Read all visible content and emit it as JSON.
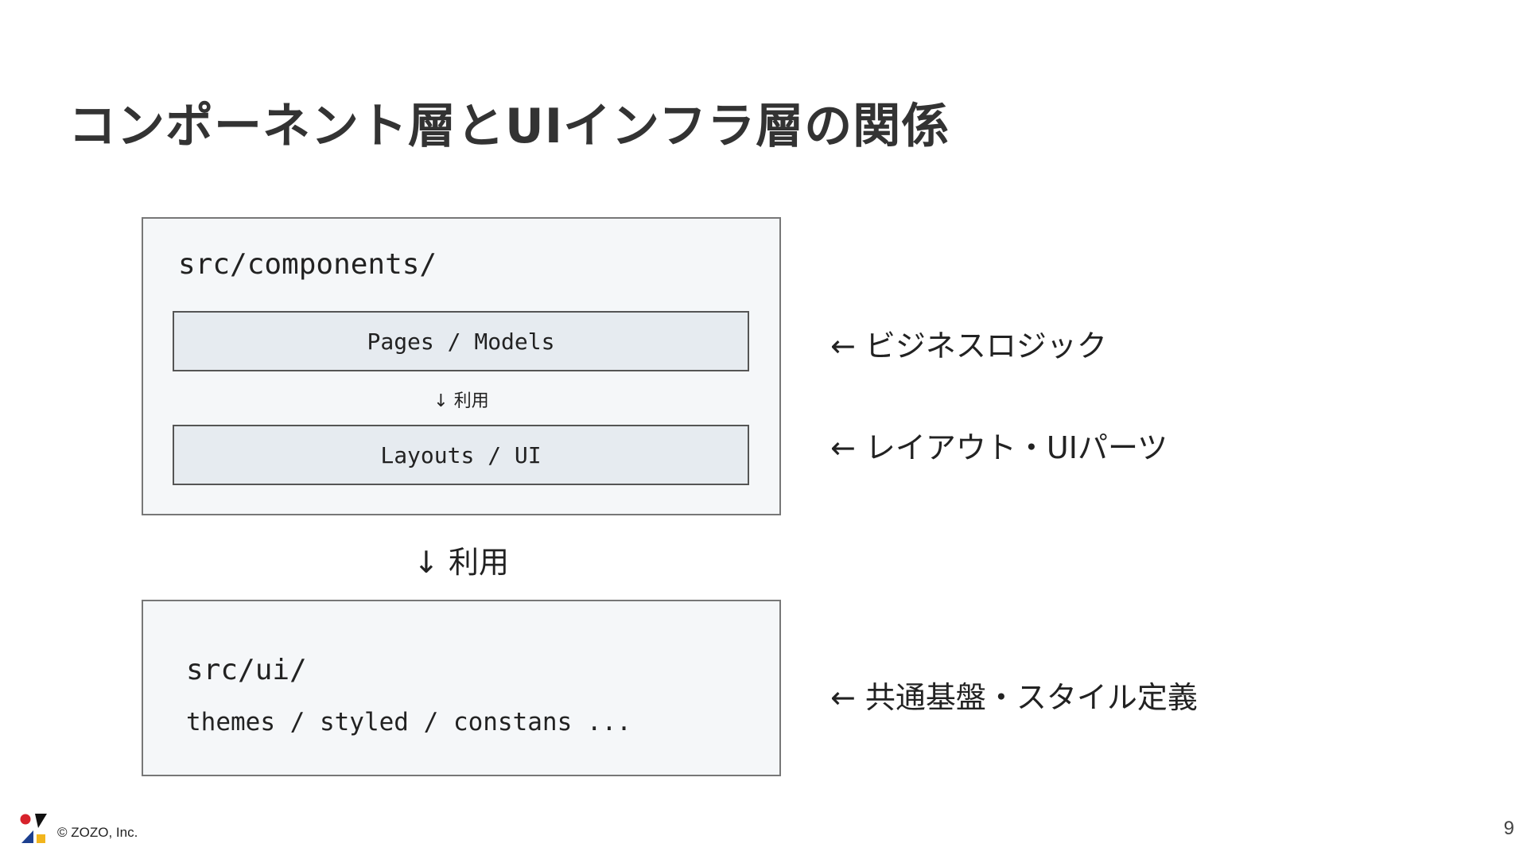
{
  "slide": {
    "title": "コンポーネント層とUIインフラ層の関係",
    "page_number": "9"
  },
  "components_box": {
    "path_label": "src/components/",
    "inner_top": "Pages / Models",
    "inner_arrow": "↓ 利用",
    "inner_bottom": "Layouts / UI"
  },
  "between_arrow": "↓ 利用",
  "ui_box": {
    "path_label": "src/ui/",
    "contents": "themes / styled / constans ..."
  },
  "annotations": {
    "business": "← ビジネスロジック",
    "layout": "← レイアウト・UIパーツ",
    "base": "← 共通基盤・スタイル定義"
  },
  "footer": {
    "copyright": "© ZOZO, Inc.",
    "logo_icon": "zozo-logo-icon",
    "logo_colors": {
      "red": "#d7222b",
      "blue": "#1c3f8f",
      "yellow": "#f2b51d",
      "black": "#111111"
    }
  }
}
